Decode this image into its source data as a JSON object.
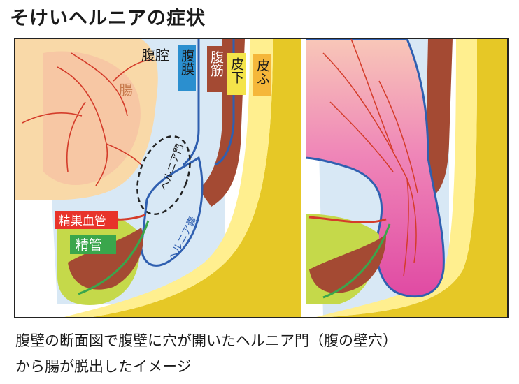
{
  "title": "そけいヘルニアの症状",
  "labels": {
    "intestine": "腸",
    "abdominal_cavity": "腹腔",
    "peritoneum": "腹膜",
    "abdominal_muscle": "腹筋",
    "subcutis": "皮下",
    "skin": "皮ふ",
    "hernia_gate": "ヘルニア門",
    "hernia_sac": "ヘルニア嚢",
    "spermatic_vessels": "精巣血管",
    "vas_deferens": "精管"
  },
  "caption": {
    "line1": "腹壁の断面図で腹壁に穴が開いたヘルニア門（腹の壁穴）",
    "line2": "から腸が脱出したイメージ"
  },
  "colors": {
    "cavity": "#d8e8f5",
    "peritoneum_line": "#2f5fb0",
    "muscle": "#a44a33",
    "subcutis": "#ffef8f",
    "skin": "#e6c826",
    "intestine": "#f9d9a8",
    "intestine_inner": "#f5b8a0",
    "vessel": "#d43c2a",
    "hernia_pink": "#e35aa8",
    "vessel_label_bg": "#e8332a",
    "vas_label_bg": "#3aa64c",
    "peritoneum_label_bg": "#2b8fcf",
    "muscle_label_bg": "#a44a33",
    "subcutis_label_bg": "#f4e44a",
    "skin_label_bg": "#f5b73a"
  }
}
